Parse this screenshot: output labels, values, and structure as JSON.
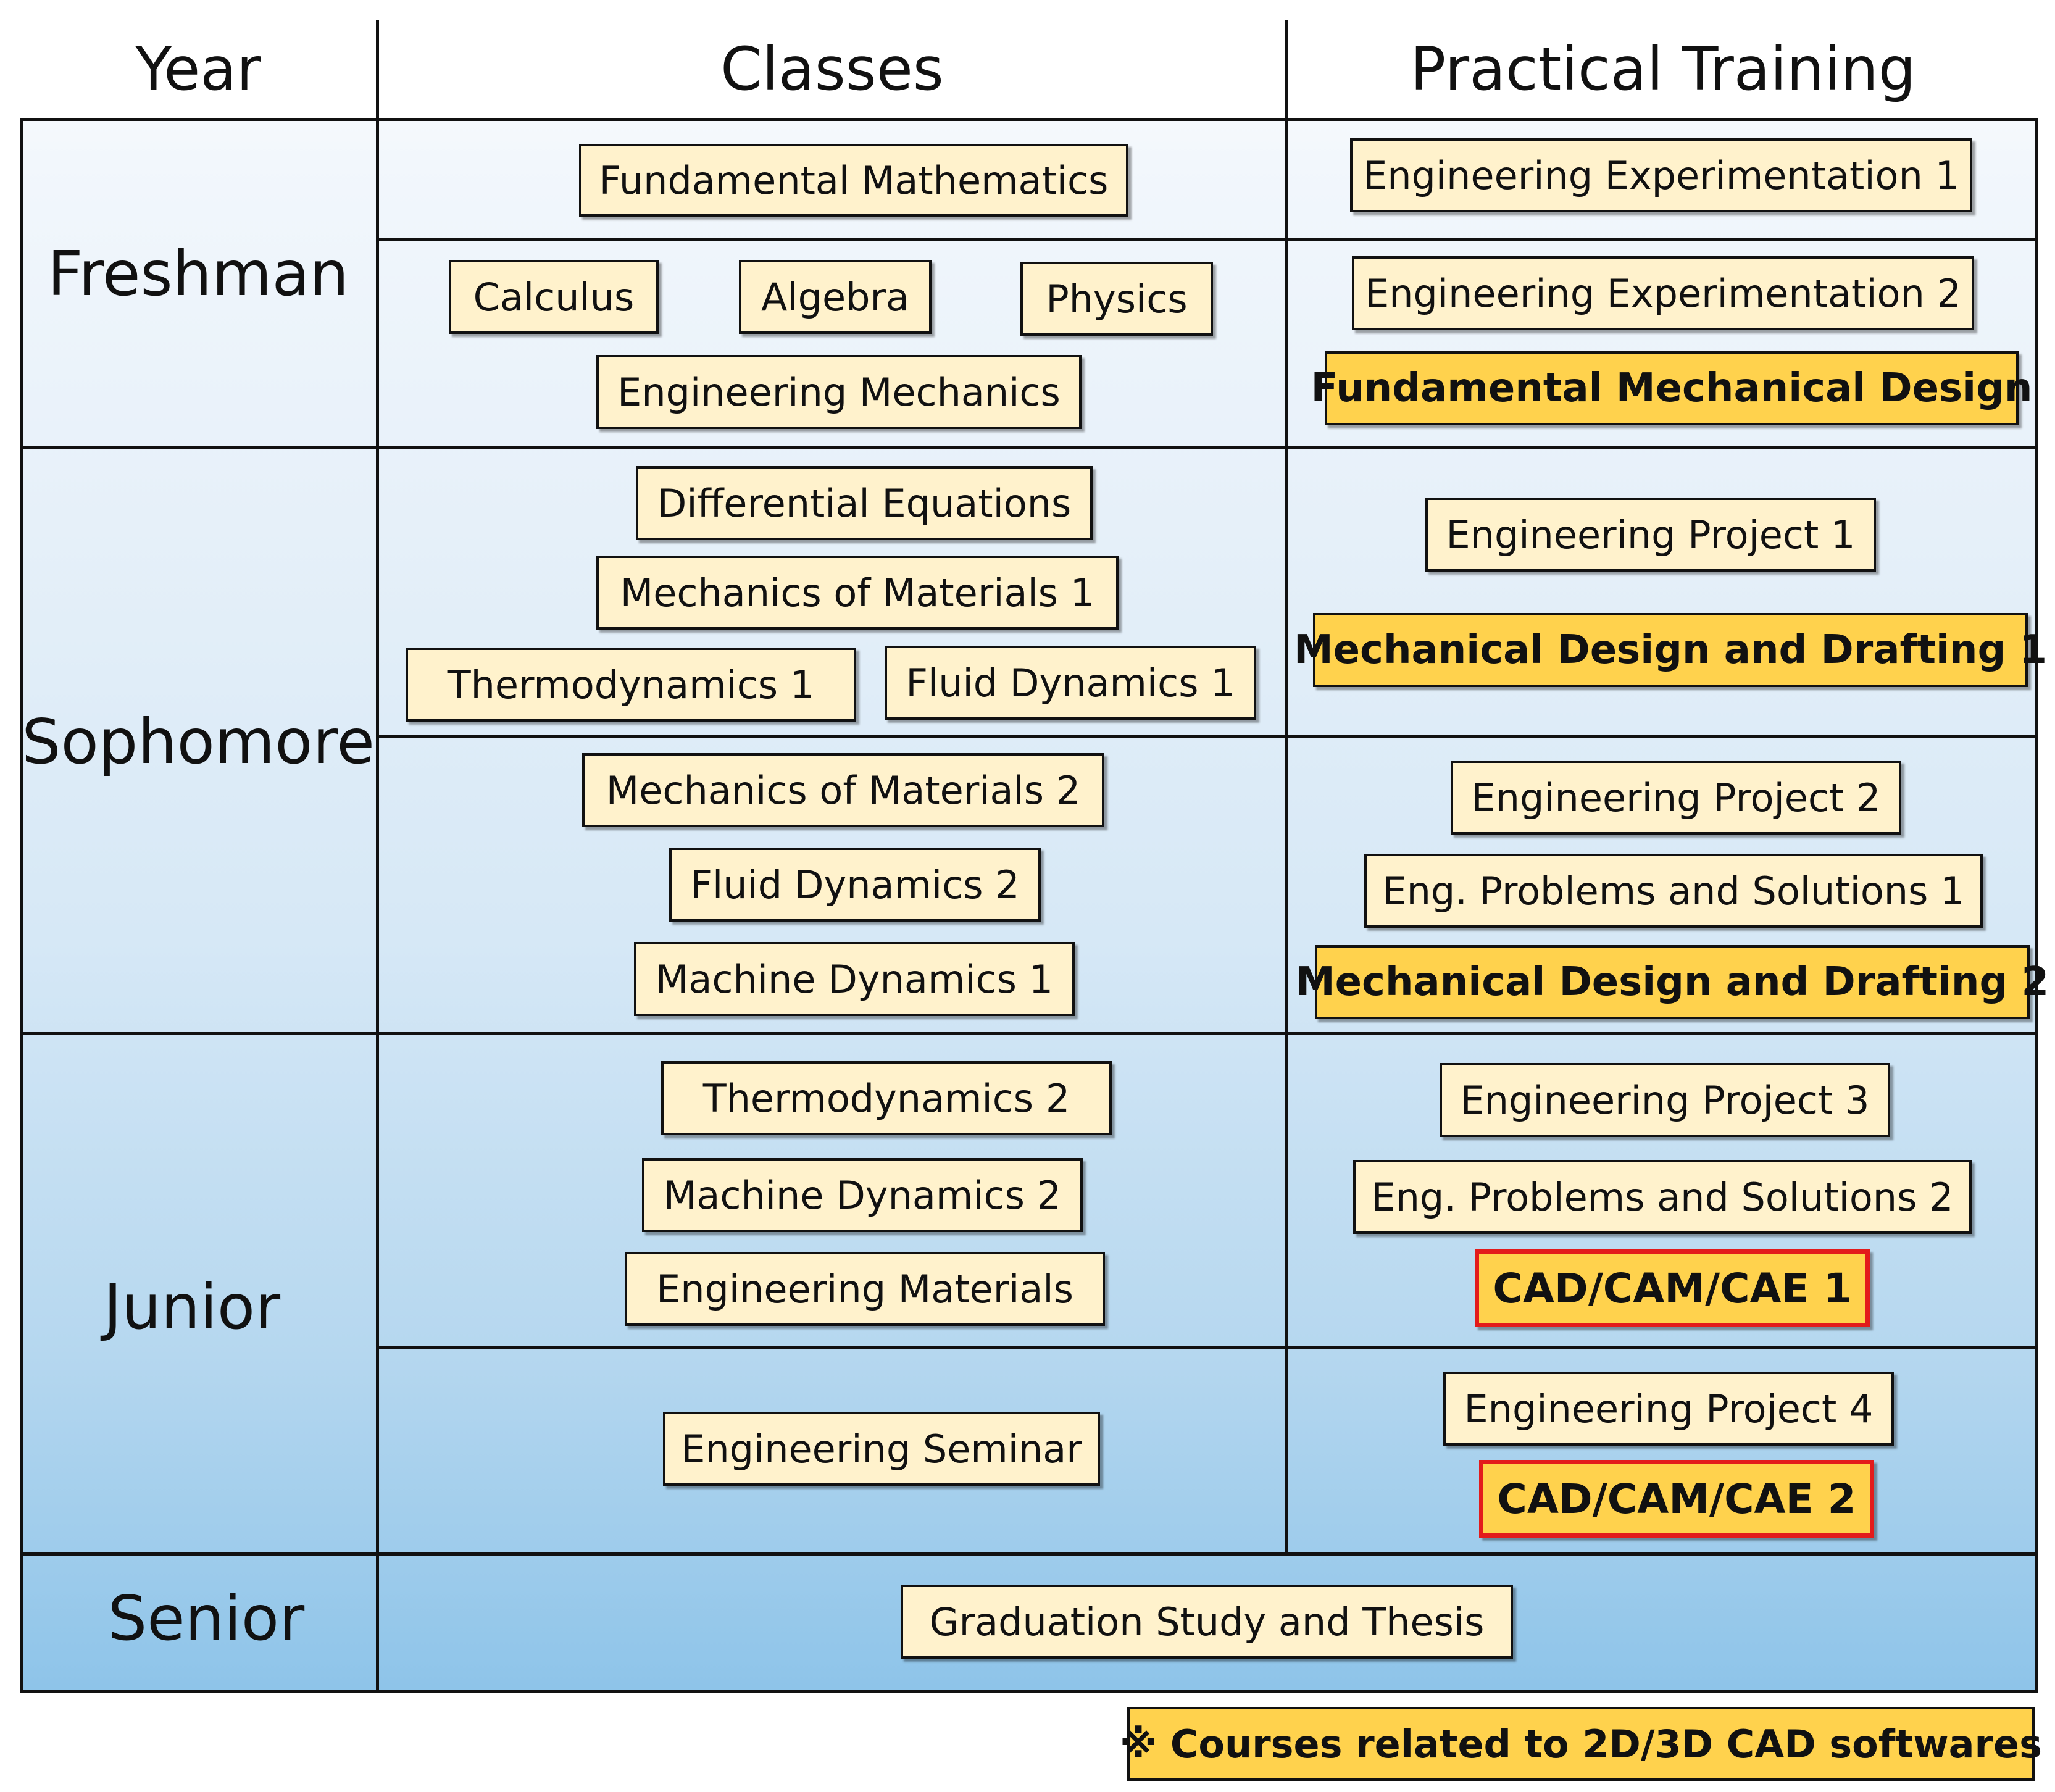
{
  "headers": {
    "year": "Year",
    "classes": "Classes",
    "practical": "Practical Training"
  },
  "years": {
    "freshman": "Freshman",
    "sophomore": "Sophomore",
    "junior": "Junior",
    "senior": "Senior"
  },
  "classes": {
    "fundamental_mathematics": "Fundamental Mathematics",
    "calculus": "Calculus",
    "algebra": "Algebra",
    "physics": "Physics",
    "engineering_mechanics": "Engineering Mechanics",
    "differential_equations": "Differential Equations",
    "mechanics_of_materials_1": "Mechanics of Materials 1",
    "thermodynamics_1": "Thermodynamics  1",
    "fluid_dynamics_1": "Fluid Dynamics 1",
    "mechanics_of_materials_2": "Mechanics of Materials 2",
    "fluid_dynamics_2": "Fluid Dynamics 2",
    "machine_dynamics_1": "Machine Dynamics 1",
    "thermodynamics_2": "Thermodynamics  2",
    "machine_dynamics_2": "Machine Dynamics 2",
    "engineering_materials": "Engineering Materials",
    "engineering_seminar": "Engineering Seminar",
    "graduation_study": "Graduation Study and Thesis"
  },
  "practical": {
    "eng_experimentation_1": "Engineering Experimentation 1",
    "eng_experimentation_2": "Engineering Experimentation 2",
    "fundamental_mechanical_design": "Fundamental Mechanical Design",
    "eng_project_1": "Engineering Project 1",
    "mech_design_drafting_1": "Mechanical Design and Drafting 1",
    "eng_project_2": "Engineering Project 2",
    "eng_problems_solutions_1": "Eng. Problems and Solutions 1",
    "mech_design_drafting_2": "Mechanical Design and Drafting 2",
    "eng_project_3": "Engineering Project 3",
    "eng_problems_solutions_2": "Eng. Problems and Solutions 2",
    "cad_cam_cae_1": "CAD/CAM/CAE 1",
    "eng_project_4": "Engineering Project 4",
    "cad_cam_cae_2": "CAD/CAM/CAE 2"
  },
  "legend": {
    "note": "※ Courses related to 2D/3D CAD softwares"
  },
  "colors": {
    "course_fill": "#fff2cc",
    "cad_fill": "#ffd24d",
    "highlight_border": "#e31b1b",
    "gradient_top": "#ffffff",
    "gradient_bottom": "#8ec4e9"
  }
}
